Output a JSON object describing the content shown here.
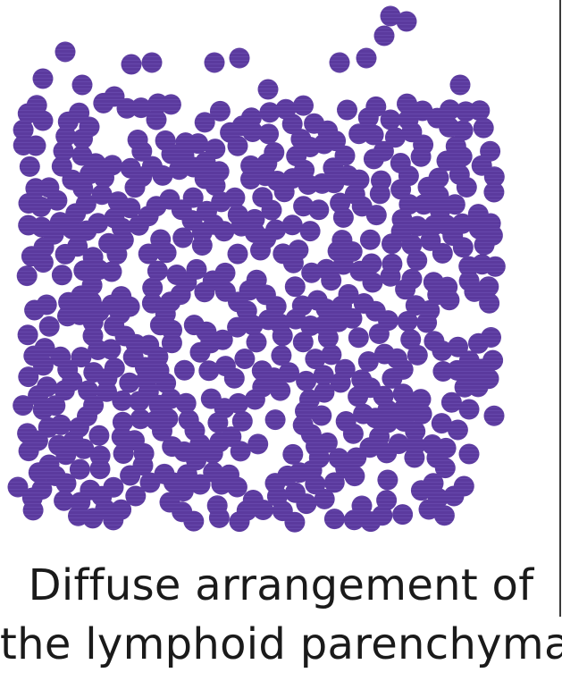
{
  "figure": {
    "caption_line_1": "Diffuse arrangement of",
    "caption_line_2": "the lymphoid parenchyma",
    "cell_color": "#5b3a9e",
    "stripe_color": "#7a5cc0",
    "cell_shape": "filled circle (lymphocyte)",
    "pattern": "diffuse, no follicles"
  }
}
